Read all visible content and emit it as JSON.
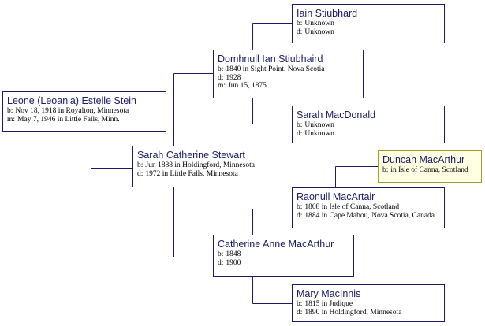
{
  "tree": {
    "line_color": "#1a1a66",
    "border_color": "#1a1a66",
    "selected_border_color": "#a89a2a",
    "name_color": "#1a1a66",
    "people": {
      "leone": {
        "name": "Leone (Leoania) Estelle Stein",
        "facts": [
          {
            "label": "b:",
            "text": "Nov 18, 1918 in Royalton, Minnesota"
          },
          {
            "label": "m:",
            "text": "May 7, 1946 in Little Falls, Minn."
          }
        ]
      },
      "sarah_catherine": {
        "name": "Sarah Catherine Stewart",
        "facts": [
          {
            "label": "b:",
            "text": "Jun 1888 in Holdingford, Minnesota"
          },
          {
            "label": "d:",
            "text": "1972 in Little Falls, Minnesota"
          }
        ]
      },
      "domhnull": {
        "name": "Domhnull Ian Stiubhaird",
        "facts": [
          {
            "label": "b:",
            "text": "1840 in Sight Point, Nova Scotia"
          },
          {
            "label": "d:",
            "text": "1928"
          },
          {
            "label": "m:",
            "text": "Jun 15, 1875"
          }
        ]
      },
      "iain": {
        "name": "Iain Stiubhard",
        "facts": [
          {
            "label": "b:",
            "text": "Unknown"
          },
          {
            "label": "d:",
            "text": "Unknown"
          }
        ]
      },
      "sarah_macdonald": {
        "name": "Sarah MacDonald",
        "facts": [
          {
            "label": "b:",
            "text": "Unknown"
          },
          {
            "label": "d:",
            "text": "Unknown"
          }
        ]
      },
      "catherine_anne": {
        "name": "Catherine Anne MacArthur",
        "facts": [
          {
            "label": "b:",
            "text": "1848"
          },
          {
            "label": "d:",
            "text": "1900"
          }
        ]
      },
      "raonull": {
        "name": "Raonull MacArtair",
        "facts": [
          {
            "label": "b:",
            "text": "1808 in Isle of Canna, Scotland"
          },
          {
            "label": "d:",
            "text": "1884 in Cape Mabou, Nova Scotia, Canada"
          }
        ]
      },
      "duncan": {
        "name": "Duncan MacArthur",
        "selected": true,
        "facts": [
          {
            "label": "b:",
            "text": "in Isle of Canna, Scotland"
          }
        ]
      },
      "mary": {
        "name": "Mary MacInnis",
        "facts": [
          {
            "label": "b:",
            "text": "1815 in Judique"
          },
          {
            "label": "d:",
            "text": "1890 in Holdingford, Minnesota"
          }
        ]
      }
    }
  }
}
